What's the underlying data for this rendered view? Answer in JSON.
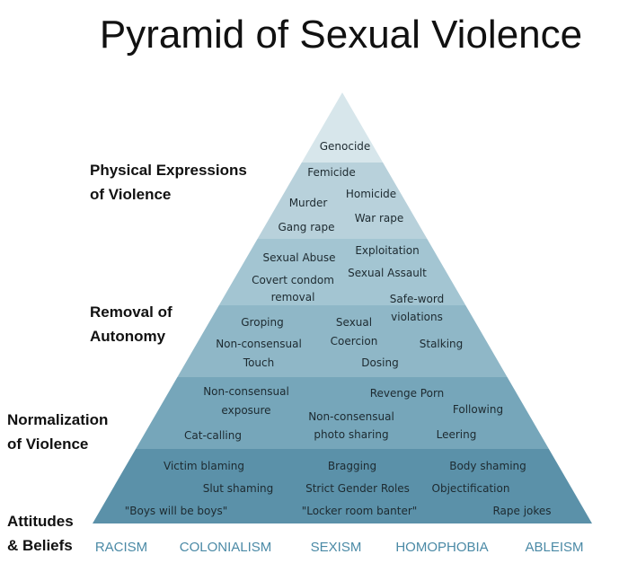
{
  "title": "Pyramid of Sexual Violence",
  "band_colors": [
    "#d7e6eb",
    "#b8d1db",
    "#a3c5d2",
    "#8fb7c7",
    "#76a6ba",
    "#5b91a9"
  ],
  "labels": [
    {
      "line1": "Physical Expressions",
      "line2": "of Violence"
    },
    {
      "line1": "Removal of",
      "line2": "Autonomy"
    },
    {
      "line1": "Normalization",
      "line2": "of Violence"
    },
    {
      "line1": "Attitudes",
      "line2": "& Beliefs"
    }
  ],
  "items": [
    "Genocide",
    "Femicide",
    "Murder",
    "Homicide",
    "Gang rape",
    "War rape",
    "Sexual Abuse",
    "Exploitation",
    "Covert condom",
    "removal",
    "Sexual Assault",
    "Safe-word",
    "violations",
    "Groping",
    "Sexual",
    "Coercion",
    "Non-consensual",
    "Touch",
    "Stalking",
    "Dosing",
    "Non-consensual",
    "exposure",
    "Revenge Porn",
    "Following",
    "Non-consensual",
    "photo sharing",
    "Cat-calling",
    "Leering",
    "Victim blaming",
    "Bragging",
    "Body shaming",
    "Slut shaming",
    "Strict Gender Roles",
    "Objectification",
    "\"Boys will be boys\"",
    "\"Locker room banter\"",
    "Rape jokes"
  ],
  "roots": [
    "RACISM",
    "COLONIALISM",
    "SEXISM",
    "HOMOPHOBIA",
    "ABLEISM"
  ]
}
